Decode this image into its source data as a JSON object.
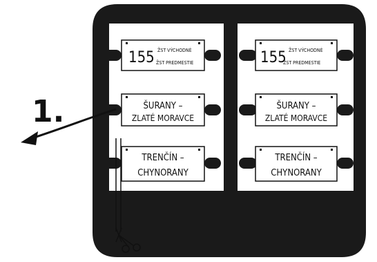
{
  "step_label": "1.",
  "plates": [
    {
      "number": "155",
      "line1": "ŽST VÝCHODNÉ",
      "line2": "ŽST PREDMESTIE"
    },
    {
      "number": "155",
      "line1": "ŽST VÝCHODNÉ",
      "line2": "ŽST PREDMESTIE"
    },
    {
      "line1": "ŠURANY –",
      "line2": "ZLATÉ MORAVCE"
    },
    {
      "line1": "ŠURANY –",
      "line2": "ZLATÉ MORAVCE"
    },
    {
      "line1": "TRENČÍN –",
      "line2": "CHYNORANY"
    },
    {
      "line1": "TRENČÍN –",
      "line2": "CHYNORANY"
    }
  ],
  "icons": [
    "scissors-icon",
    "arrow-icon"
  ],
  "colors": {
    "frame": "#1a1a1a",
    "plate": "#ffffff",
    "stroke": "#111111"
  }
}
